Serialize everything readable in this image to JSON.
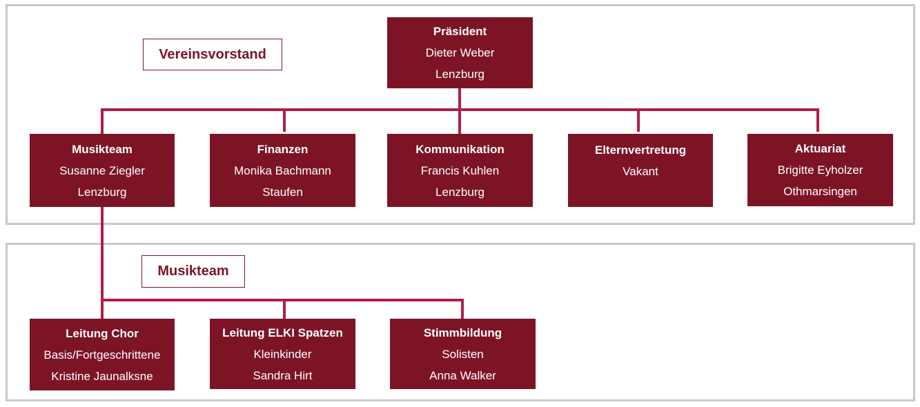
{
  "sections": {
    "board": {
      "label": "Vereinsvorstand"
    },
    "music": {
      "label": "Musikteam"
    }
  },
  "nodes": {
    "president": {
      "role": "Präsident",
      "line1": "Dieter Weber",
      "line2": "Lenzburg"
    },
    "musikteam": {
      "role": "Musikteam",
      "line1": "Susanne Ziegler",
      "line2": "Lenzburg"
    },
    "finanzen": {
      "role": "Finanzen",
      "line1": "Monika Bachmann",
      "line2": "Staufen"
    },
    "kommunikation": {
      "role": "Kommunikation",
      "line1": "Francis Kuhlen",
      "line2": "Lenzburg"
    },
    "elternvertretung": {
      "role": "Elternvertretung",
      "line1": "Vakant",
      "line2": ""
    },
    "aktuariat": {
      "role": "Aktuariat",
      "line1": "Brigitte Eyholzer",
      "line2": "Othmarsingen"
    },
    "chor": {
      "role": "Leitung Chor",
      "line1": "Basis/Fortgeschrittene",
      "line2": "Kristine Jaunalksne"
    },
    "elki": {
      "role": "Leitung ELKI Spatzen",
      "line1": "Kleinkinder",
      "line2": "Sandra Hirt"
    },
    "stimmbildung": {
      "role": "Stimmbildung",
      "line1": "Solisten",
      "line2": "Anna Walker"
    }
  },
  "colors": {
    "box_fill": "#7d1426",
    "connector": "#b01e45",
    "label_text": "#7b1428",
    "frame_border": "#c8c8c8"
  }
}
